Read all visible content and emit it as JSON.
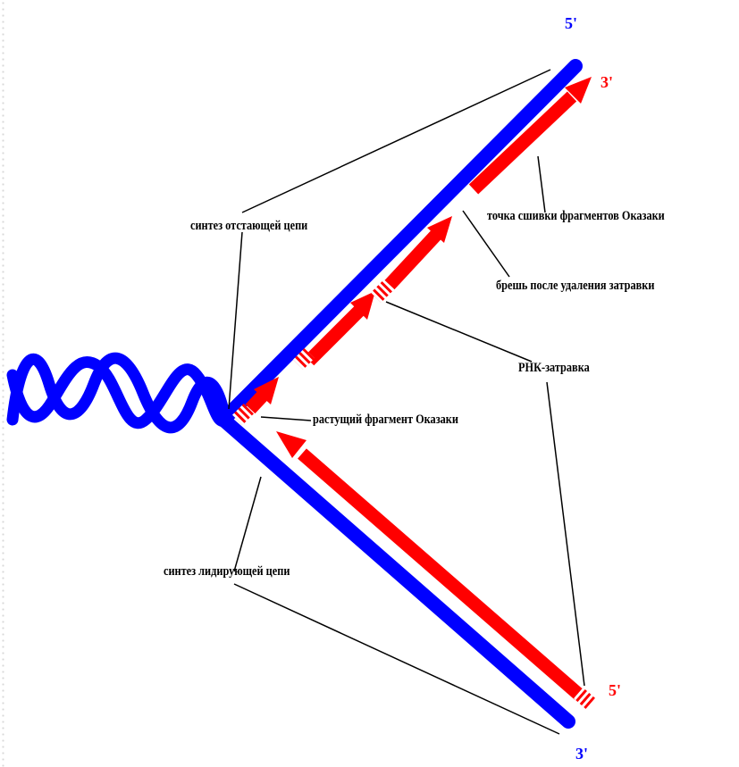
{
  "labels": {
    "lagging_synthesis": "синтез  отстающей цепи",
    "ligation_point": "точка сшивки фрагментов Оказаки",
    "primer_gap": "брешь после удаления затравки",
    "rna_primer": "РНК-затравка",
    "growing_fragment": "растущий фрагмент Оказаки",
    "leading_synthesis": "синтез лидирующей цепи"
  },
  "ends": {
    "upper_template_5": "5'",
    "upper_new_3": "3'",
    "lower_new_5": "5'",
    "lower_template_3": "3'"
  },
  "colors": {
    "template_strand": "#0000ff",
    "new_strand": "#ff0000",
    "leader_lines": "#000000"
  }
}
